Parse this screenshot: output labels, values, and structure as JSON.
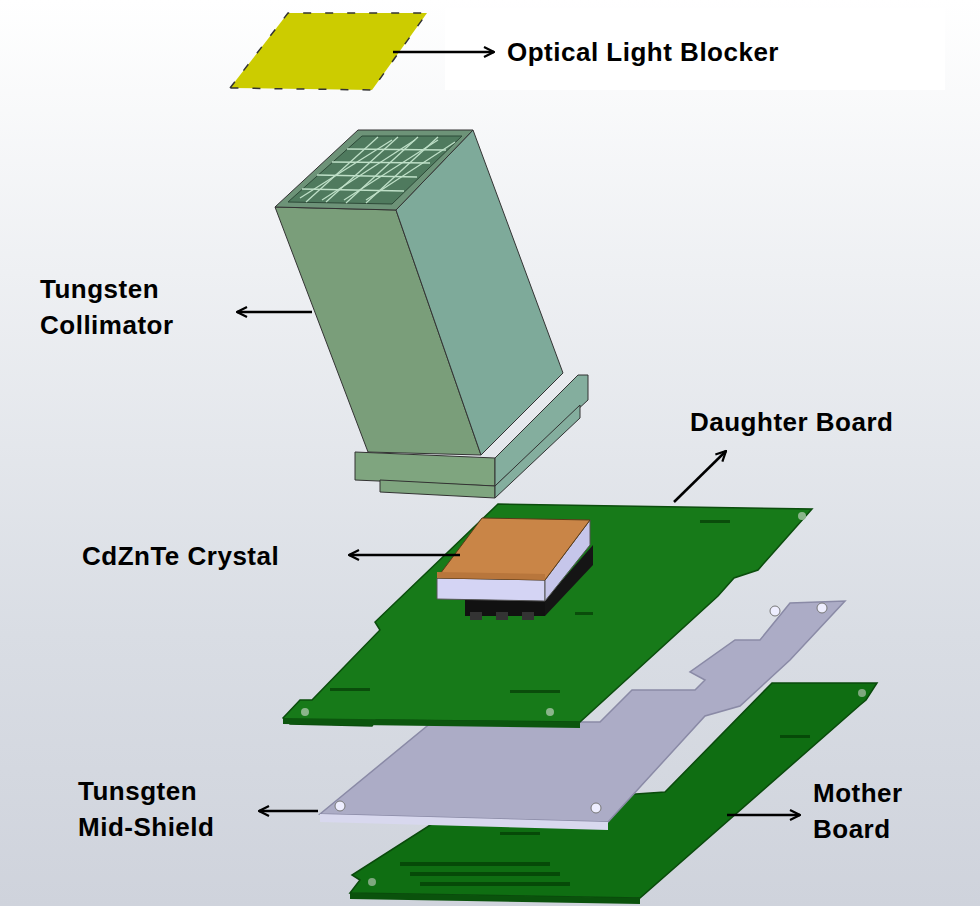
{
  "diagram": {
    "labels": [
      "Optical Light Blocker",
      "Tungsten Collimator",
      "Daughter Board",
      "CdZnTe Crystal",
      "Tunsgten Mid-Shield",
      "Mother Board"
    ]
  }
}
